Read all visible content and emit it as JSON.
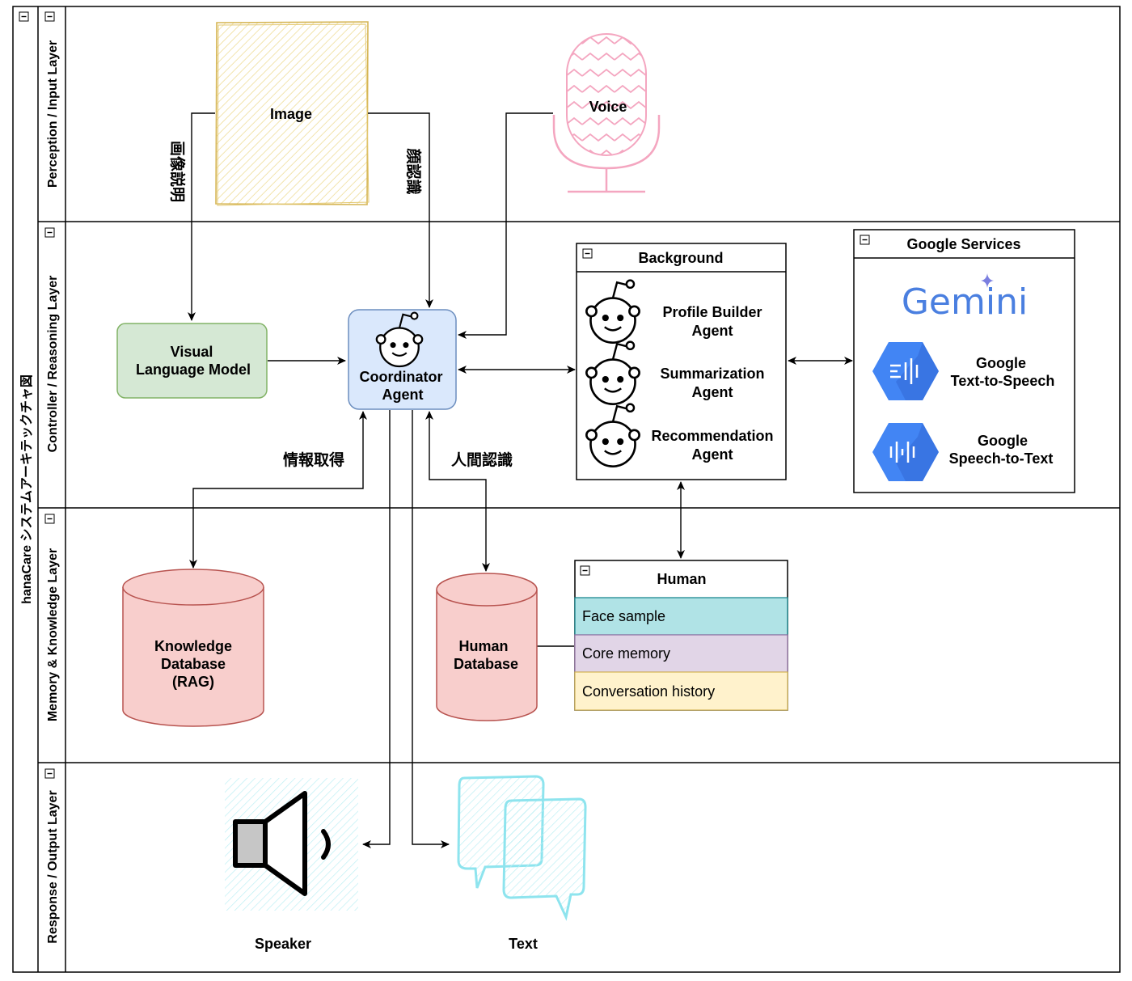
{
  "title": "hanaCare システムアーキテックチャ図",
  "lanes": [
    {
      "label": "Perception / Input Layer"
    },
    {
      "label": "Controller / Reasoning Layer"
    },
    {
      "label": "Memory & Knowledge Layer"
    },
    {
      "label": "Response / Output Layer"
    }
  ],
  "inputs": {
    "image": "Image",
    "voice": "Voice",
    "edge_image_caption": "画像説明",
    "edge_face_recognition": "顔認識"
  },
  "controller": {
    "vlm_line1": "Visual",
    "vlm_line2": "Language Model",
    "coordinator_line1": "Coordinator",
    "coordinator_line2": "Agent",
    "edge_info": "情報取得",
    "edge_human_recognition": "人間認識"
  },
  "background": {
    "title": "Background",
    "agents": [
      {
        "line1": "Profile Builder",
        "line2": "Agent"
      },
      {
        "line1": "Summarization",
        "line2": "Agent"
      },
      {
        "line1": "Recommendation",
        "line2": "Agent"
      }
    ]
  },
  "google": {
    "title": "Google Services",
    "gemini": "Gemini",
    "tts_line1": "Google",
    "tts_line2": "Text-to-Speech",
    "stt_line1": "Google",
    "stt_line2": "Speech-to-Text"
  },
  "memory": {
    "kb_line1": "Knowledge",
    "kb_line2": "Database",
    "kb_line3": "(RAG)",
    "hdb_line1": "Human",
    "hdb_line2": "Database"
  },
  "human": {
    "title": "Human",
    "rows": [
      "Face sample",
      "Core memory",
      "Conversation history"
    ]
  },
  "outputs": {
    "speaker": "Speaker",
    "text": "Text"
  },
  "colors": {
    "vlm_fill": "#d5e8d4",
    "vlm_stroke": "#82b366",
    "coord_fill": "#dae8fc",
    "coord_stroke": "#6c8ebf",
    "db_fill": "#f8cecc",
    "db_stroke": "#b85450",
    "face_fill": "#b0e3e6",
    "core_fill": "#e1d5e7",
    "conv_fill": "#fff2cc",
    "image_stroke": "#d6b656",
    "voice_stroke": "#f4a6c0",
    "output_stroke": "#8ee4ee",
    "gcp_blue": "#4285f4"
  },
  "icons": [
    "collapse-icon",
    "robot-icon",
    "gemini-sparkle-icon",
    "tts-icon",
    "stt-icon",
    "speaker-icon",
    "chat-bubbles-icon",
    "microphone-icon",
    "image-icon"
  ]
}
